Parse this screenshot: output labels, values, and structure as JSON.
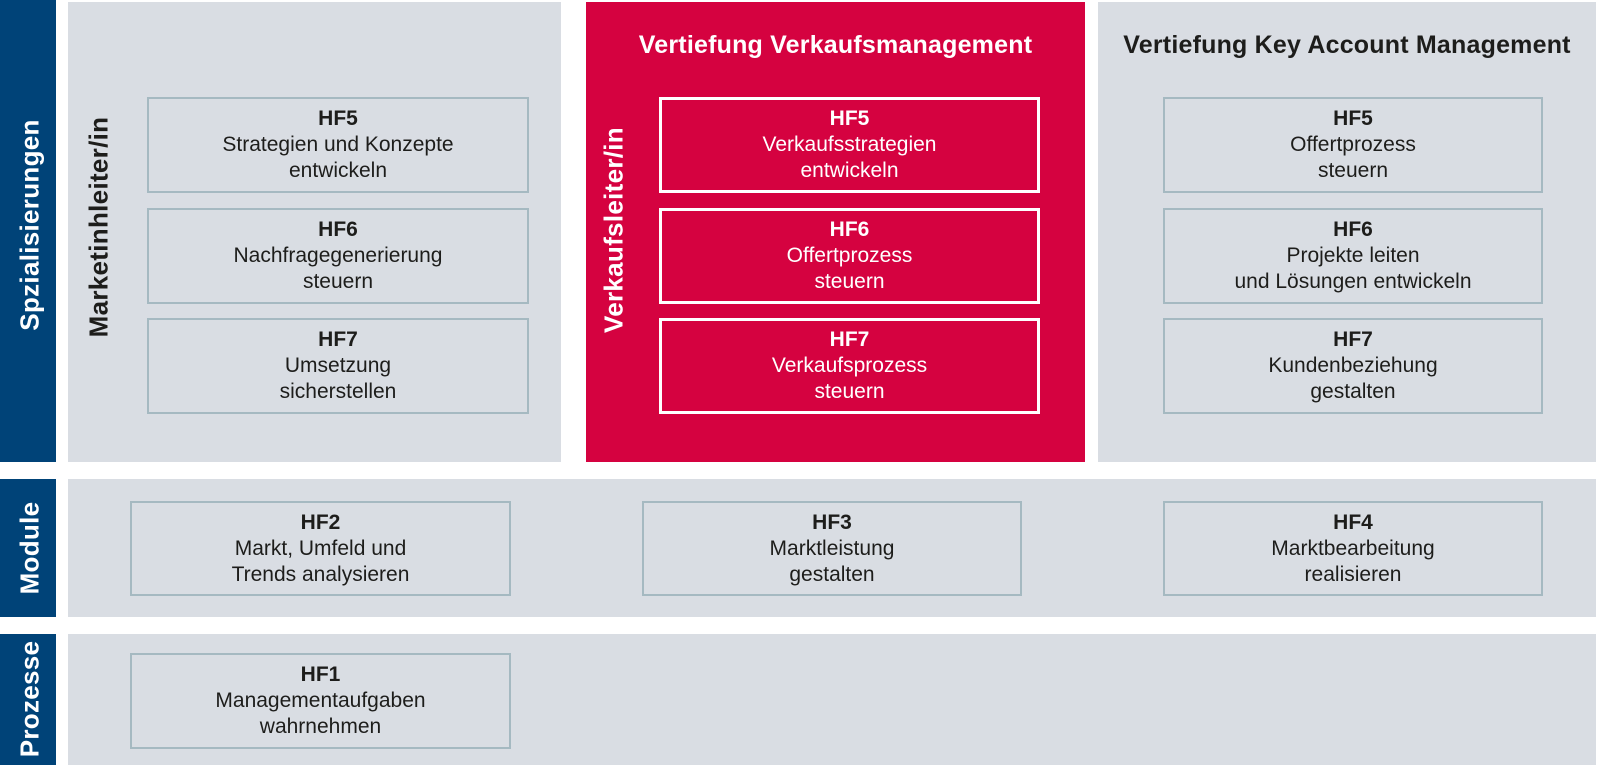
{
  "palette": {
    "navy": "#004378",
    "red": "#d50240",
    "panel_gray": "#d9dde3",
    "box_border_gray": "#a5b9c1",
    "text_dark": "#1d1d1b",
    "text_light": "#ffffff"
  },
  "sidebar": {
    "rows": [
      {
        "label": "Spzialisierungen"
      },
      {
        "label": "Module"
      },
      {
        "label": "Prozesse"
      }
    ]
  },
  "specializations": {
    "columns": [
      {
        "vertical_label": "Marketinhleiter/in",
        "boxes": [
          {
            "code": "HF5",
            "text": "Strategien und Konzepte\nentwickeln"
          },
          {
            "code": "HF6",
            "text": "Nachfragegenerierung\nsteuern"
          },
          {
            "code": "HF7",
            "text": "Umsetzung\nsicherstellen"
          }
        ]
      },
      {
        "header": "Vertiefung Verkaufsmanagement",
        "vertical_label": "Verkaufsleiter/in",
        "boxes": [
          {
            "code": "HF5",
            "text": "Verkaufsstrategien\nentwickeln"
          },
          {
            "code": "HF6",
            "text": "Offertprozess\nsteuern"
          },
          {
            "code": "HF7",
            "text": "Verkaufsprozess\nsteuern"
          }
        ]
      },
      {
        "header": "Vertiefung Key Account Management",
        "boxes": [
          {
            "code": "HF5",
            "text": "Offertprozess\nsteuern"
          },
          {
            "code": "HF6",
            "text": "Projekte leiten\nund Lösungen entwickeln"
          },
          {
            "code": "HF7",
            "text": "Kundenbeziehung\ngestalten"
          }
        ]
      }
    ]
  },
  "modules": {
    "boxes": [
      {
        "code": "HF2",
        "text": "Markt, Umfeld und\nTrends analysieren"
      },
      {
        "code": "HF3",
        "text": "Marktleistung\ngestalten"
      },
      {
        "code": "HF4",
        "text": "Marktbearbeitung\nrealisieren"
      }
    ]
  },
  "processes": {
    "boxes": [
      {
        "code": "HF1",
        "text": "Managementaufgaben\nwahrnehmen"
      }
    ]
  }
}
